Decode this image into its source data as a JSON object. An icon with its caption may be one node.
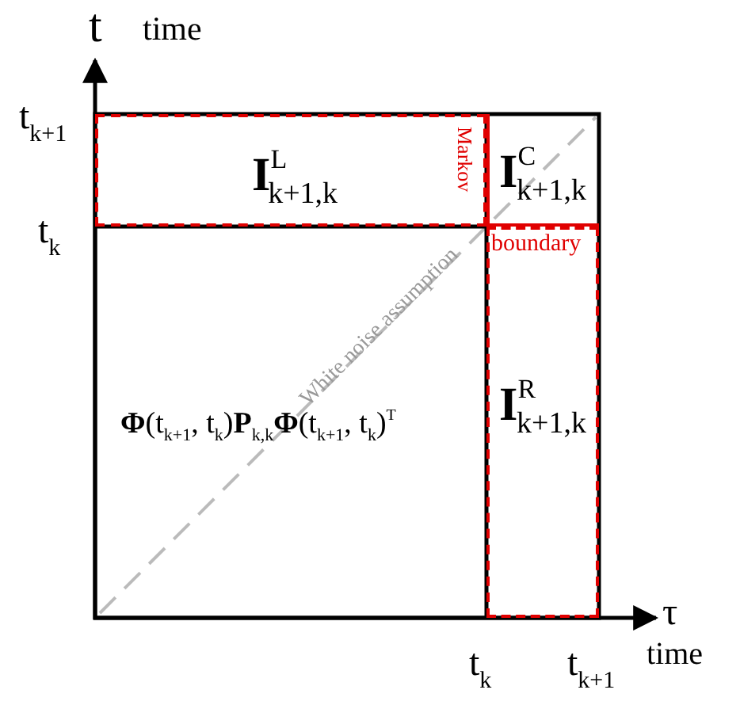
{
  "diagram": {
    "nodes": [
      {
        "text": [
          "**I**$^{L}$$_{k+1,k}$",
          "Markov"
        ]
      },
      {
        "text": [
          "**I**$^{C}$$_{k+1,k}$"
        ]
      },
      {
        "text": [
          "boundary",
          "**I**$^{R}$$_{k+1,k}$"
        ]
      }
    ],
    "labels": [
      "t",
      "time",
      "t$_{k+1}$",
      "t$_{k}$",
      "White noise assumption",
      "**Φ**(t$_{k+1}$, t$_{k}$)**P**$_{k,k}$**Φ**(t$_{k+1}$, t$_{k}$)$^{T}$",
      "τ",
      "time",
      "t$_{k}$",
      "t$_{k+1}$"
    ]
  }
}
